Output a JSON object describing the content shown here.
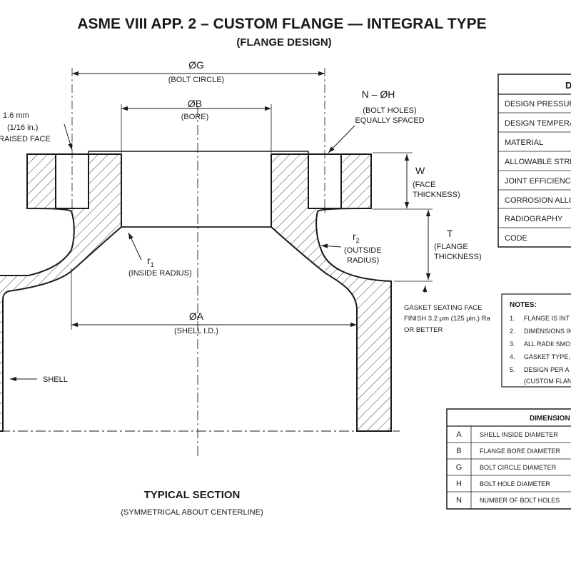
{
  "title": "ASME VIII APP. 2 – CUSTOM FLANGE — INTEGRAL TYPE",
  "subtitle": "(FLANGE DESIGN)",
  "dims": {
    "g_symbol": "ØG",
    "g_desc": "(BOLT CIRCLE)",
    "b_symbol": "ØB",
    "b_desc": "(BORE)",
    "a_symbol": "ØA",
    "a_desc": "(SHELL I.D.)",
    "h_symbol": "N – ØH",
    "h_desc_1": "(BOLT HOLES)",
    "h_desc_2": "EQUALLY SPACED",
    "w_symbol": "W",
    "w_desc_1": "(FACE",
    "w_desc_2": "THICKNESS)",
    "t_symbol": "T",
    "t_desc_1": "(FLANGE",
    "t_desc_2": "THICKNESS)",
    "r1_symbol": "r",
    "r1_sub": "1",
    "r1_desc": "(INSIDE RADIUS)",
    "r2_symbol": "r",
    "r2_sub": "2",
    "r2_desc_1": "(OUTSIDE",
    "r2_desc_2": "RADIUS)",
    "rf_1": "1.6 mm",
    "rf_2": "(1/16 in.)",
    "rf_3": "RAISED FACE",
    "gasket_1": "GASKET SEATING FACE",
    "gasket_2": "FINISH 3.2 μm (125 μin.) Ra",
    "gasket_3": "OR BETTER",
    "shell": "SHELL"
  },
  "section": {
    "title": "TYPICAL SECTION",
    "caption": "(SYMMETRICAL ABOUT CENTERLINE)"
  },
  "design_table": {
    "header": "D",
    "rows": [
      "DESIGN PRESSURE",
      "DESIGN TEMPERA",
      "MATERIAL",
      "ALLOWABLE STRE",
      "JOINT EFFICIENC",
      "CORROSION ALLO",
      "RADIOGRAPHY",
      "CODE"
    ]
  },
  "notes": {
    "header": "NOTES:",
    "items": [
      {
        "num": "1.",
        "text": "FLANGE IS INT"
      },
      {
        "num": "2.",
        "text": "DIMENSIONS IN"
      },
      {
        "num": "3.",
        "text": "ALL RADII SMO"
      },
      {
        "num": "4.",
        "text": "GASKET TYPE,"
      },
      {
        "num": "5.",
        "text": "DESIGN PER A"
      }
    ],
    "continuation": "(CUSTOM FLAN"
  },
  "dim_table": {
    "header": "DIMENSION",
    "rows": [
      {
        "key": "A",
        "desc": "SHELL INSIDE DIAMETER"
      },
      {
        "key": "B",
        "desc": "FLANGE BORE DIAMETER"
      },
      {
        "key": "G",
        "desc": "BOLT CIRCLE DIAMETER"
      },
      {
        "key": "H",
        "desc": "BOLT HOLE DIAMETER"
      },
      {
        "key": "N",
        "desc": "NUMBER OF BOLT HOLES"
      }
    ]
  }
}
